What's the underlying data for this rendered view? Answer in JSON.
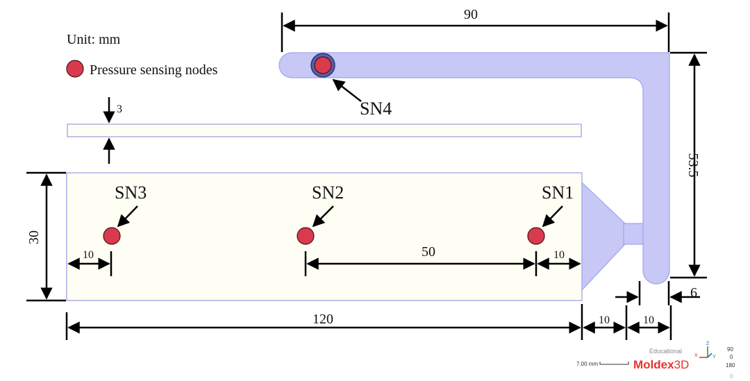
{
  "legend": {
    "unit_label": "Unit: mm",
    "node_label": "Pressure sensing nodes"
  },
  "nodes": [
    {
      "id": "SN1",
      "label": "SN1"
    },
    {
      "id": "SN2",
      "label": "SN2"
    },
    {
      "id": "SN3",
      "label": "SN3"
    },
    {
      "id": "SN4",
      "label": "SN4"
    }
  ],
  "dimensions": {
    "runner_length": "90",
    "runner_height": "53.5",
    "gap": "3",
    "cavity_height": "30",
    "cavity_length": "120",
    "edge_offset_left": "10",
    "node_spacing": "50",
    "edge_offset_right": "10",
    "gate_length": "10",
    "sprue_width": "10",
    "runner_width": "6"
  },
  "footer": {
    "educational_label": "Educational",
    "scale_label": "7.00 mm",
    "brand_name": "Moldex",
    "brand_suffix": "3D",
    "axis_z": "Z",
    "axis_x": "X",
    "axis_y": "Y",
    "view_angles": [
      "90",
      "0",
      "180",
      "0"
    ]
  },
  "colors": {
    "node": "#d93a4e",
    "runner": "#c7c8f6",
    "cavity": "#fefef4",
    "brand_red": "#e8322a"
  }
}
